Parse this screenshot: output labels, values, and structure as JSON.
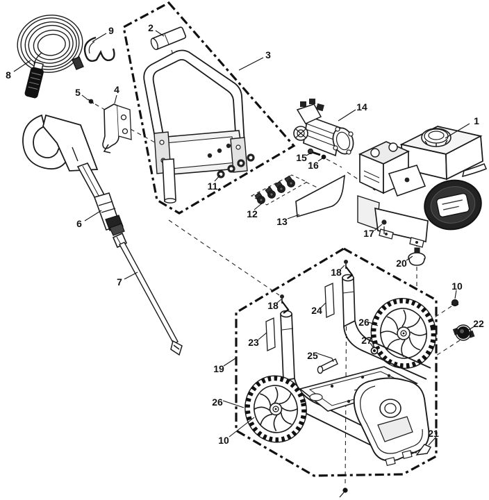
{
  "figure": {
    "colors": {
      "line": "#1a1a1a",
      "background": "#ffffff",
      "dark_fill": "#111111"
    }
  },
  "callouts": [
    {
      "label": "1"
    },
    {
      "label": "2"
    },
    {
      "label": "3"
    },
    {
      "label": "4"
    },
    {
      "label": "5"
    },
    {
      "label": "6"
    },
    {
      "label": "7"
    },
    {
      "label": "8"
    },
    {
      "label": "9"
    },
    {
      "label": "10"
    },
    {
      "label": "10"
    },
    {
      "label": "11"
    },
    {
      "label": "12"
    },
    {
      "label": "13"
    },
    {
      "label": "14"
    },
    {
      "label": "15"
    },
    {
      "label": "16"
    },
    {
      "label": "17"
    },
    {
      "label": "18"
    },
    {
      "label": "18"
    },
    {
      "label": "19"
    },
    {
      "label": "20"
    },
    {
      "label": "21"
    },
    {
      "label": "22"
    },
    {
      "label": "23"
    },
    {
      "label": "24"
    },
    {
      "label": "25"
    },
    {
      "label": "26"
    },
    {
      "label": "26"
    },
    {
      "label": "27"
    }
  ]
}
